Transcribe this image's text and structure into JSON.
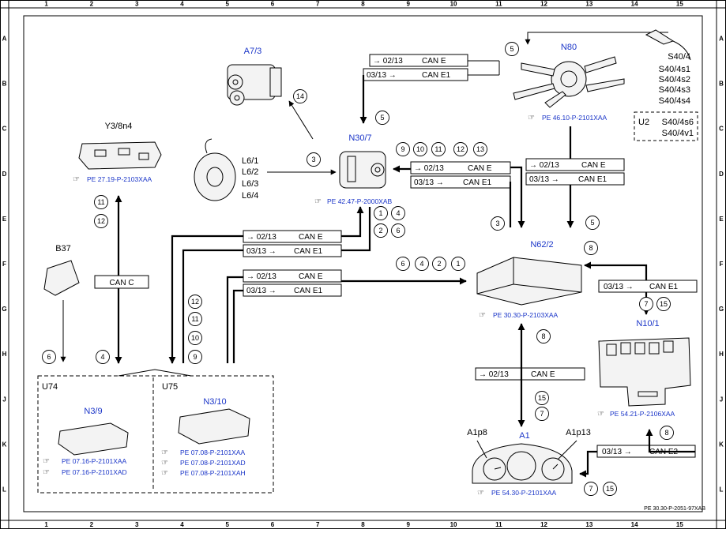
{
  "grid": {
    "cols": [
      "1",
      "2",
      "3",
      "4",
      "5",
      "6",
      "7",
      "8",
      "9",
      "10",
      "11",
      "12",
      "13",
      "14",
      "15"
    ],
    "rows": [
      "A",
      "B",
      "C",
      "D",
      "E",
      "F",
      "G",
      "H",
      "J",
      "K",
      "L"
    ]
  },
  "bus": {
    "can_e_tx": "→ 02/13",
    "can_e": "CAN E",
    "can_e1_tx": "03/13 →",
    "can_e1": "CAN E1",
    "can_e2": "CAN E2",
    "can_c": "CAN C"
  },
  "components": {
    "a73": {
      "label": "A7/3"
    },
    "n80": {
      "label": "N80",
      "ref": "PE 46.10-P-2101XAA",
      "switches": [
        "S40/4",
        "S40/4s1",
        "S40/4s2",
        "S40/4s3",
        "S40/4s4"
      ],
      "u2": "U2",
      "u2_items": [
        "S40/4s6",
        "S40/4v1"
      ]
    },
    "n307": {
      "label": "N30/7",
      "ref": "PE 42.47-P-2000XAB"
    },
    "y38n4": {
      "label": "Y3/8n4",
      "ref": "PE 27.19-P-2103XAA"
    },
    "l6": {
      "items": [
        "L6/1",
        "L6/2",
        "L6/3",
        "L6/4"
      ]
    },
    "b37": {
      "label": "B37"
    },
    "n622": {
      "label": "N62/2",
      "ref": "PE 30.30-P-2103XAA"
    },
    "n101": {
      "label": "N10/1",
      "ref": "PE 54.21-P-2106XAA"
    },
    "a1": {
      "label": "A1",
      "left": "A1p8",
      "right": "A1p13",
      "ref": "PE 54.30-P-2101XAA"
    },
    "u74": {
      "group": "U74",
      "label": "N3/9",
      "refs": [
        "PE 07.16-P-2101XAA",
        "PE 07.16-P-2101XAD"
      ]
    },
    "u75": {
      "group": "U75",
      "label": "N3/10",
      "refs": [
        "PE 07.08-P-2101XAA",
        "PE 07.08-P-2101XAD",
        "PE 07.08-P-2101XAH"
      ]
    }
  },
  "signals": {
    "s1": "1",
    "s2": "2",
    "s3": "3",
    "s4": "4",
    "s5": "5",
    "s6": "6",
    "s7": "7",
    "s8": "8",
    "s9": "9",
    "s10": "10",
    "s11": "11",
    "s12": "12",
    "s13": "13",
    "s14": "14",
    "s15": "15"
  },
  "footer": {
    "doc_id": "PE 30.30-P-2051-97XAB"
  }
}
